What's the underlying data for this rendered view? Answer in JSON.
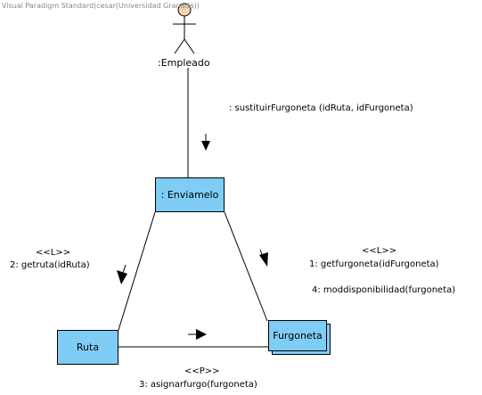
{
  "watermark": "Visual Paradigm Standard(cesar(Universidad Granada))",
  "actor": {
    "name": ":Empleado"
  },
  "objects": {
    "enviamelo": ": Enviamelo",
    "ruta": "Ruta",
    "furgoneta": "Furgoneta"
  },
  "messages": {
    "actor_to_enviamelo": ": sustituirFurgoneta (idRuta, idFurgoneta)",
    "to_ruta_stereotype": "<<L>>",
    "to_ruta": "2: getruta(idRuta)",
    "to_furgoneta_stereotype": "<<L>>",
    "to_furgoneta_1": "1: getfurgoneta(idFurgoneta)",
    "to_furgoneta_4": "4: moddisponibilidad(furgoneta)",
    "ruta_to_furgoneta_stereotype": "<<P>>",
    "ruta_to_furgoneta": "3: asignarfurgo(furgoneta)"
  },
  "colors": {
    "object_fill": "#7fcdf4",
    "actor_head": "#f5d5b0"
  }
}
